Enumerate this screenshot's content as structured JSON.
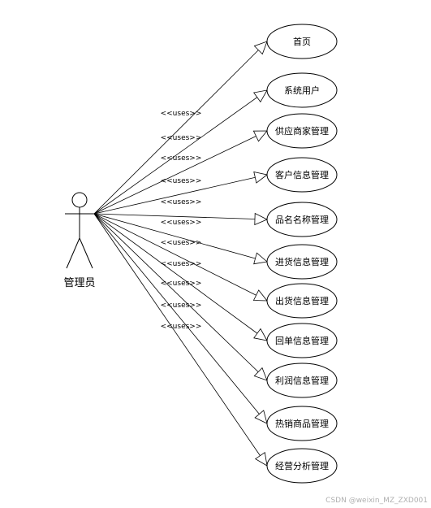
{
  "actor": {
    "name": "管理员"
  },
  "stereotype": "<<uses>>",
  "use_cases": [
    {
      "label": "首页"
    },
    {
      "label": "系统用户"
    },
    {
      "label": "供应商家管理"
    },
    {
      "label": "客户信息管理"
    },
    {
      "label": "品名名称管理"
    },
    {
      "label": "进货信息管理"
    },
    {
      "label": "出货信息管理"
    },
    {
      "label": "回单信息管理"
    },
    {
      "label": "利润信息管理"
    },
    {
      "label": "热销商品管理"
    },
    {
      "label": "经营分析管理"
    }
  ],
  "watermark": "CSDN @weixin_MZ_ZXD001",
  "colors": {
    "stroke": "#000000",
    "fill": "#ffffff",
    "watermark": "#b0b0b0"
  }
}
